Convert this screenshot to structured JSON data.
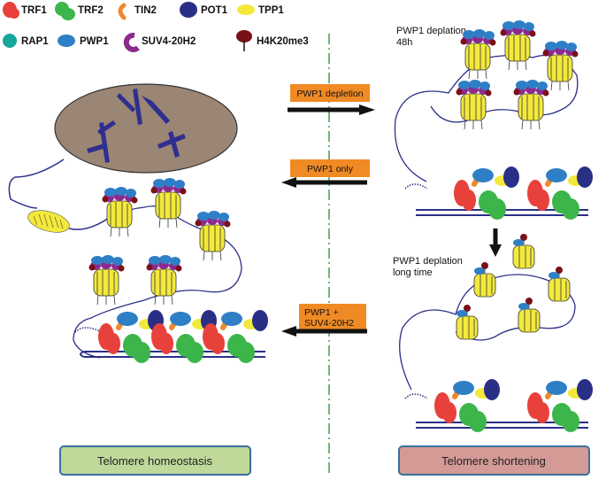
{
  "legend": [
    {
      "label": "TRF1",
      "icon": "trf1-icon",
      "color": "#e8413c"
    },
    {
      "label": "TRF2",
      "icon": "trf2-icon",
      "color": "#3cb54a"
    },
    {
      "label": "TIN2",
      "icon": "tin2-icon",
      "color": "#f0892a"
    },
    {
      "label": "POT1",
      "icon": "pot1-icon",
      "color": "#2a2f86"
    },
    {
      "label": "TPP1",
      "icon": "tpp1-icon",
      "color": "#f3e93c"
    },
    {
      "label": "RAP1",
      "icon": "rap1-icon",
      "color": "#17a79d"
    },
    {
      "label": "PWP1",
      "icon": "pwp1-icon",
      "color": "#2e7fc6"
    },
    {
      "label": "SUV4-20H2",
      "icon": "suv420h2-icon",
      "color": "#8d2a8e"
    },
    {
      "label": "H4K20me3",
      "icon": "h4k20me3-icon",
      "color": "#7a1018"
    }
  ],
  "arrows": [
    {
      "label_lines": [
        "PWP1 depletion"
      ],
      "direction": "right"
    },
    {
      "label_lines": [
        "PWP1 only"
      ],
      "direction": "left"
    },
    {
      "label_lines": [
        "PWP1 +",
        "SUV4-20H2"
      ],
      "direction": "left"
    }
  ],
  "panels": {
    "top_right_label": [
      "PWP1 deplation",
      "48h"
    ],
    "bottom_right_label": [
      "PWP1 deplation",
      "long time"
    ]
  },
  "states": {
    "left": "Telomere homeostasis",
    "right": "Telomere shortening"
  },
  "colors": {
    "nucleus": "#9b8574",
    "chromosome": "#2f2f8f",
    "dna_line": "#2a2f86",
    "homeostasis_box": "#bfd99a",
    "shortening_box": "#d49a96",
    "box_border": "#3b6f9c",
    "arrow_label_bg": "#f08a25",
    "divider": "#3aa04a"
  }
}
